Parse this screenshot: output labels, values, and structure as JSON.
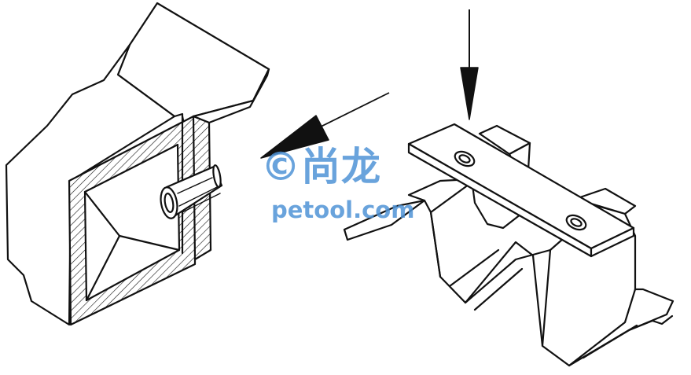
{
  "watermark": {
    "logo_text": "©尚龙",
    "url_text": "petool.com",
    "color": "#4f93d6"
  },
  "figure": {
    "left_part": "hollow-profile-with-tube-rivet",
    "right_part": "corrugated-sheet-with-flat-strap",
    "arrows": [
      "force-arrow-down",
      "direction-arrow-left"
    ]
  }
}
